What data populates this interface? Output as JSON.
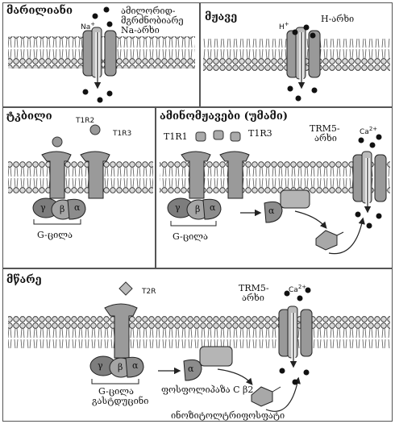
{
  "panels": {
    "salty": {
      "title": "მარილიანი",
      "ion": "Na",
      "ion_charge": "+",
      "channel_label_1": "ამილორიდ-",
      "channel_label_2": "მგრძნობიარე",
      "channel_label_3": "Na-არხი"
    },
    "sour": {
      "title": "მჟავე",
      "ion": "H",
      "ion_charge": "+",
      "channel_label": "H-არხი"
    },
    "sweet": {
      "title": "ტკბილი",
      "receptor_1": "T1R2",
      "receptor_2": "T1R3",
      "gamma": "γ",
      "beta": "β",
      "alpha": "α",
      "gprotein": "G-ცილა"
    },
    "umami": {
      "title": "ამინომჟავები (უმამი)",
      "receptor_1": "T1R1",
      "receptor_2": "T1R3",
      "trpm5_1": "TRM5-",
      "trpm5_2": "არხი",
      "ion": "Ca",
      "ion_charge": "2+",
      "gamma": "γ",
      "beta": "β",
      "alpha": "α",
      "alpha_free": "α",
      "gprotein": "G-ცილა"
    },
    "bitter": {
      "title": "მწარე",
      "receptor": "T2R",
      "trpm5_1": "TRM5-",
      "trpm5_2": "არხი",
      "ion": "Ca",
      "ion_charge": "2+",
      "gamma": "γ",
      "beta": "β",
      "alpha": "α",
      "alpha_free": "α",
      "gprotein_1": "G-ცილა",
      "gprotein_2": "გასტდუცინი",
      "plc": "ფოსფოლიპაზა  C β2",
      "ip3": "ინოზიტოლტრიფოსფატი"
    }
  }
}
